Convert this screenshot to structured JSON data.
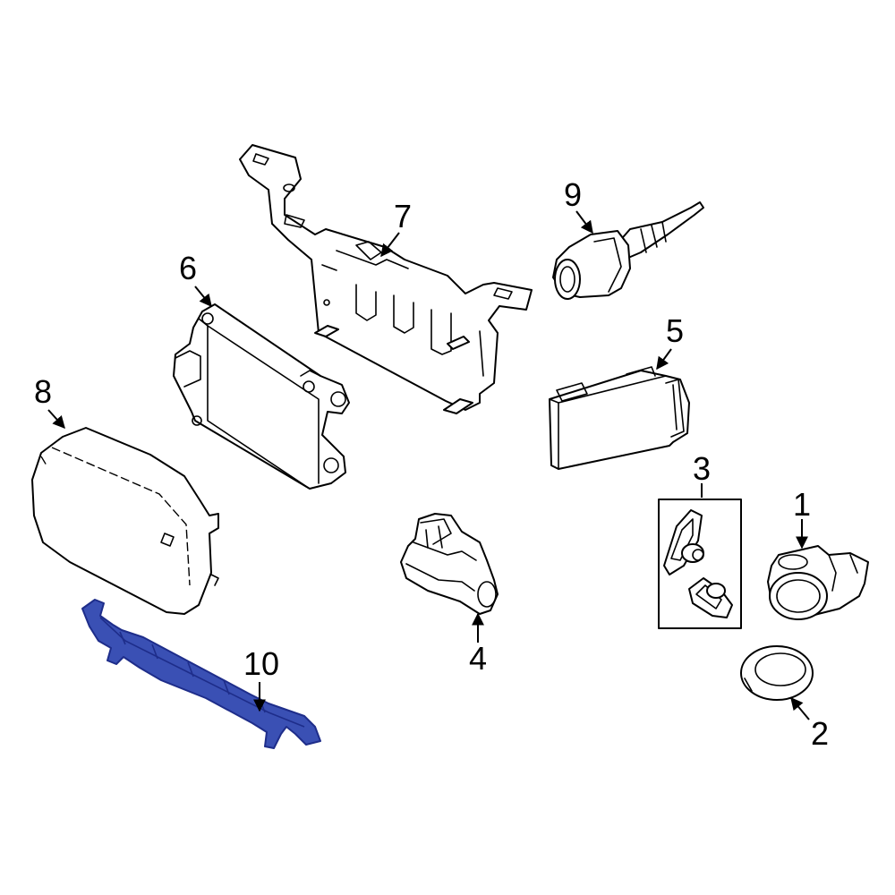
{
  "colors": {
    "highlight": "#3a50b4",
    "highlight_dark": "#1e2d8a",
    "line": "#000000",
    "background": "#ffffff"
  },
  "callouts": {
    "c1": "1",
    "c2": "2",
    "c3": "3",
    "c4": "4",
    "c5": "5",
    "c6": "6",
    "c7": "7",
    "c8": "8",
    "c9": "9",
    "c10": "10"
  }
}
